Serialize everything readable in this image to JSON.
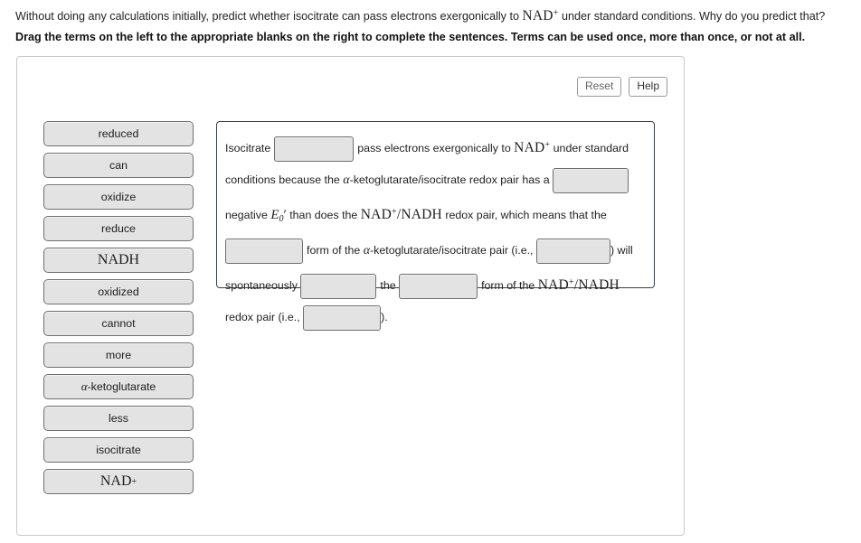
{
  "question": {
    "stem_part1": "Without doing any calculations initially, predict whether isocitrate can pass electrons exergonically to ",
    "stem_math": "NAD",
    "stem_math_sup": "+",
    "stem_part2": " under standard conditions. Why do you predict that?",
    "instruction": "Drag the terms on the left to the appropriate blanks on the right to complete the sentences. Terms can be used once, more than once, or not at all."
  },
  "toolbar": {
    "reset_label": "Reset",
    "help_label": "Help"
  },
  "term_bank": {
    "items": [
      {
        "label": "reduced",
        "style": "plain"
      },
      {
        "label": "can",
        "style": "plain"
      },
      {
        "label": "oxidize",
        "style": "plain"
      },
      {
        "label": "reduce",
        "style": "plain"
      },
      {
        "label": "NADH",
        "style": "serif"
      },
      {
        "label": "oxidized",
        "style": "plain"
      },
      {
        "label": "cannot",
        "style": "plain"
      },
      {
        "label": "more",
        "style": "plain"
      },
      {
        "label": "α-ketoglutarate",
        "style": "greek"
      },
      {
        "label": "less",
        "style": "plain"
      },
      {
        "label": "isocitrate",
        "style": "plain"
      },
      {
        "label": "NAD+",
        "style": "serif-sup"
      }
    ]
  },
  "sentence": {
    "t1": "Isocitrate",
    "t2": "pass electrons exergonically to",
    "m1": "NAD",
    "m1sup": "+",
    "t3": "under standard conditions because the",
    "alpha1": "α-ketoglutarate/isocitrate",
    "t4": "redox pair has a",
    "t5": "negative",
    "var_e": "E",
    "var_e_sub": "0",
    "var_e_prime": "′",
    "t6": "than does the",
    "m2": "NAD",
    "m2sup": "+",
    "m2b": "/NADH",
    "t7": "redox pair, which means that the",
    "t8": "form of the",
    "alpha2": "α-ketoglutarate/isocitrate",
    "t9": "pair (i.e.,",
    "t10": ") will spontaneously",
    "t11": "the",
    "t12": "form of the",
    "m3": "NAD",
    "m3sup": "+",
    "m3b": "/NADH",
    "t13": "redox pair (i.e.,",
    "t14": ").",
    "blanks": [
      {
        "id": "blank-1",
        "value": ""
      },
      {
        "id": "blank-2",
        "value": ""
      },
      {
        "id": "blank-3",
        "value": ""
      },
      {
        "id": "blank-4",
        "value": ""
      },
      {
        "id": "blank-5",
        "value": ""
      },
      {
        "id": "blank-6",
        "value": ""
      },
      {
        "id": "blank-7",
        "value": ""
      }
    ]
  }
}
